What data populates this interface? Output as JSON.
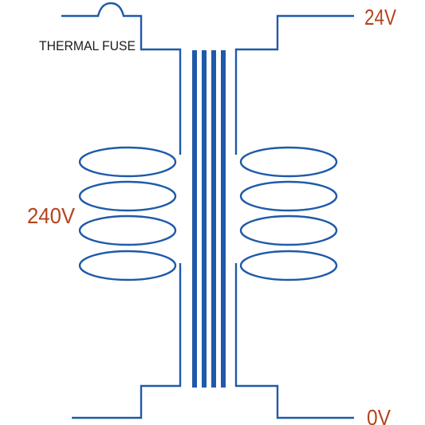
{
  "labels": {
    "fuse": "THERMAL FUSE",
    "primary_voltage": "240V",
    "secondary_top": "24V",
    "secondary_bottom": "0V"
  },
  "colors": {
    "wire": "#1f5aa8",
    "voltage_text": "#b5441f",
    "fuse_text": "#1a1a1a"
  },
  "core": {
    "lamination_count": 4
  },
  "primary_winding": {
    "turns": 4
  },
  "secondary_winding": {
    "turns": 4
  }
}
